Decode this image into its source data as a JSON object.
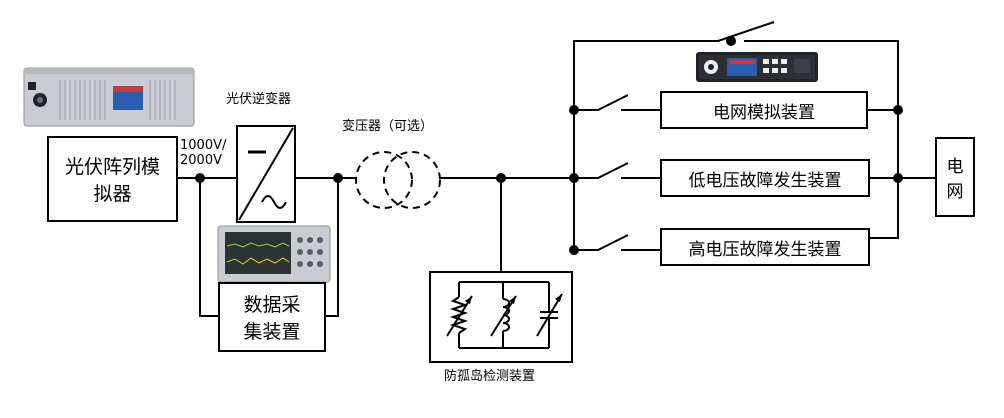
{
  "labels": {
    "pv_simulator": [
      "光伏阵列模",
      "拟器"
    ],
    "voltage": [
      "1000V/",
      "2000V"
    ],
    "inverter": "光伏逆变器",
    "transformer": "变压器（可选）",
    "daq": [
      "数据采",
      "集装置"
    ],
    "anti_islanding": "防孤岛检测装置",
    "grid_simulator": "电网模拟装置",
    "lvrt": "低电压故障发生装置",
    "hvrt": "高电压故障发生装置",
    "grid": [
      "电",
      "网"
    ]
  },
  "colors": {
    "line": "#000000",
    "background": "#ffffff",
    "instrument_silver": "#c9ccd0",
    "instrument_dark": "#1f2226",
    "screen_blue": "#2a5db0",
    "screen_red": "#c63b3b",
    "scope_screen": "#2a3431",
    "scope_trace": "#8fd15f"
  },
  "icons": [
    "dc-ac-converter-icon",
    "transformer-coils-icon",
    "switch-icon",
    "junction-dot-icon",
    "resistor-icon",
    "inductor-icon",
    "capacitor-icon"
  ]
}
